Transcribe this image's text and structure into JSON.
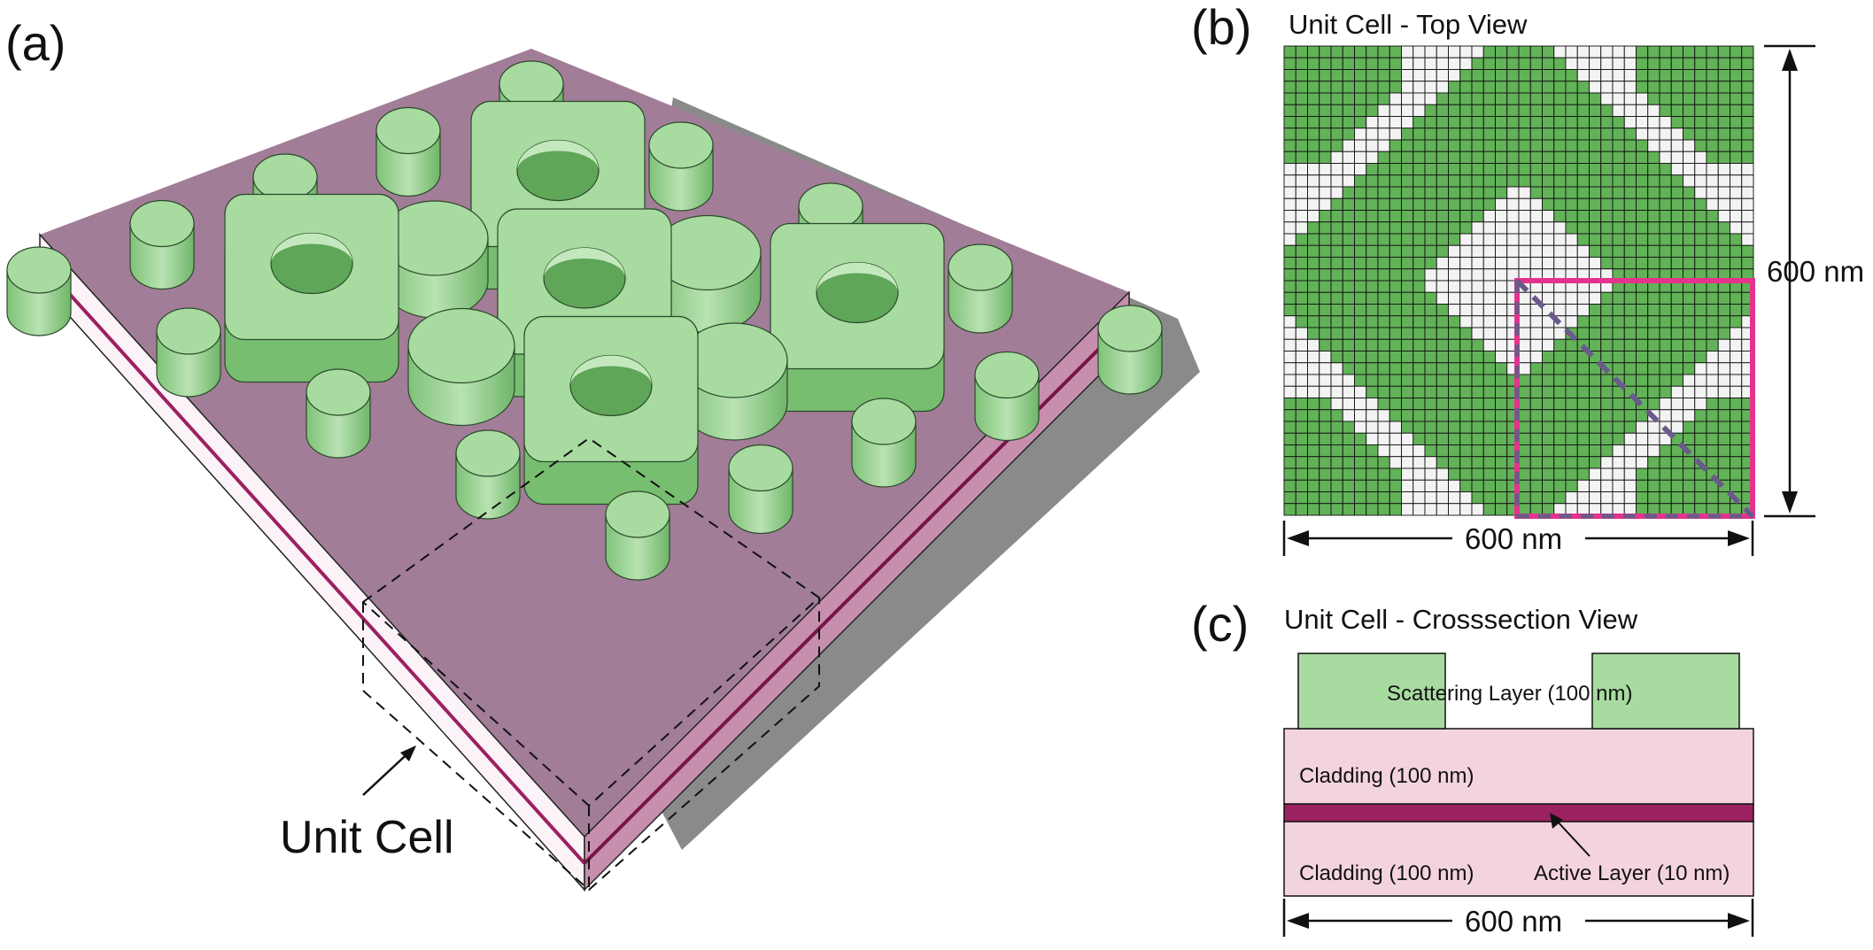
{
  "panels": {
    "a": {
      "label": "(a)",
      "unit_cell_label": "Unit Cell"
    },
    "b": {
      "label": "(b)",
      "title": "Unit Cell - Top View",
      "width_label": "600 nm",
      "height_label": "600 nm"
    },
    "c": {
      "label": "(c)",
      "title": "Unit Cell - Crosssection View",
      "scattering_layer": "Scattering Layer (100 nm)",
      "cladding_top": "Cladding (100 nm)",
      "cladding_bottom": "Cladding (100 nm)",
      "active_layer": "Active Layer (10 nm)",
      "width_label": "600 nm"
    }
  },
  "colors": {
    "scatterer_green": "#a8dba0",
    "pixel_green": "#62b258",
    "cladding_pink": "#f4d3e1",
    "active_layer": "#9b2160",
    "highlight_magenta": "#e4338c",
    "diagonal_purple": "#6a5a8a",
    "shadow_gray": "#8a8a8a"
  }
}
